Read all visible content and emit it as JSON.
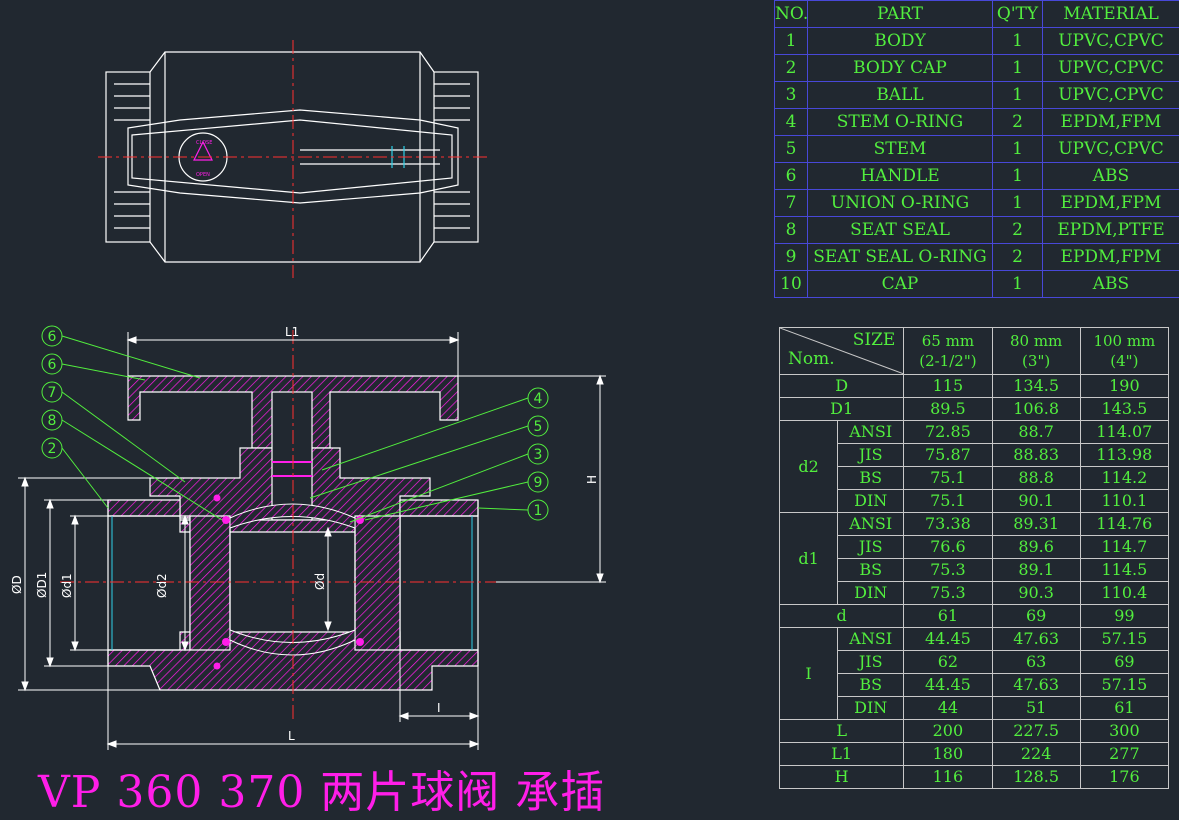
{
  "title": "VP 360 370 两片球阀 承插",
  "parts_table": {
    "headers": [
      "NO.",
      "PART",
      "Q'TY",
      "MATERIAL"
    ],
    "rows": [
      [
        "1",
        "BODY",
        "1",
        "UPVC,CPVC"
      ],
      [
        "2",
        "BODY CAP",
        "1",
        "UPVC,CPVC"
      ],
      [
        "3",
        "BALL",
        "1",
        "UPVC,CPVC"
      ],
      [
        "4",
        "STEM O-RING",
        "2",
        "EPDM,FPM"
      ],
      [
        "5",
        "STEM",
        "1",
        "UPVC,CPVC"
      ],
      [
        "6",
        "HANDLE",
        "1",
        "ABS"
      ],
      [
        "7",
        "UNION O-RING",
        "1",
        "EPDM,FPM"
      ],
      [
        "8",
        "SEAT SEAL",
        "2",
        "EPDM,PTFE"
      ],
      [
        "9",
        "SEAT SEAL O-RING",
        "2",
        "EPDM,FPM"
      ],
      [
        "10",
        "CAP",
        "1",
        "ABS"
      ]
    ]
  },
  "size_table": {
    "corner_size": "SIZE",
    "corner_nom": "Nom.",
    "sizes": [
      {
        "mm": "65 mm",
        "inch": "(2-1/2\")"
      },
      {
        "mm": "80 mm",
        "inch": "(3\")"
      },
      {
        "mm": "100 mm",
        "inch": "(4\")"
      }
    ],
    "rows": [
      {
        "label": "D",
        "values": [
          "115",
          "134.5",
          "190"
        ]
      },
      {
        "label": "D1",
        "values": [
          "89.5",
          "106.8",
          "143.5"
        ]
      },
      {
        "label": "d2",
        "sub": [
          {
            "std": "ANSI",
            "values": [
              "72.85",
              "88.7",
              "114.07"
            ]
          },
          {
            "std": "JIS",
            "values": [
              "75.87",
              "88.83",
              "113.98"
            ]
          },
          {
            "std": "BS",
            "values": [
              "75.1",
              "88.8",
              "114.2"
            ]
          },
          {
            "std": "DIN",
            "values": [
              "75.1",
              "90.1",
              "110.1"
            ]
          }
        ]
      },
      {
        "label": "d1",
        "sub": [
          {
            "std": "ANSI",
            "values": [
              "73.38",
              "89.31",
              "114.76"
            ]
          },
          {
            "std": "JIS",
            "values": [
              "76.6",
              "89.6",
              "114.7"
            ]
          },
          {
            "std": "BS",
            "values": [
              "75.3",
              "89.1",
              "114.5"
            ]
          },
          {
            "std": "DIN",
            "values": [
              "75.3",
              "90.3",
              "110.4"
            ]
          }
        ]
      },
      {
        "label": "d",
        "values": [
          "61",
          "69",
          "99"
        ]
      },
      {
        "label": "I",
        "sub": [
          {
            "std": "ANSI",
            "values": [
              "44.45",
              "47.63",
              "57.15"
            ]
          },
          {
            "std": "JIS",
            "values": [
              "62",
              "63",
              "69"
            ]
          },
          {
            "std": "BS",
            "values": [
              "44.45",
              "47.63",
              "57.15"
            ]
          },
          {
            "std": "DIN",
            "values": [
              "44",
              "51",
              "61"
            ]
          }
        ]
      },
      {
        "label": "L",
        "values": [
          "200",
          "227.5",
          "300"
        ]
      },
      {
        "label": "L1",
        "values": [
          "180",
          "224",
          "277"
        ]
      },
      {
        "label": "H",
        "values": [
          "116",
          "128.5",
          "176"
        ]
      }
    ]
  },
  "drawing": {
    "balloons": [
      "6",
      "6",
      "7",
      "8",
      "2",
      "4",
      "5",
      "3",
      "9",
      "1"
    ],
    "dimensions": {
      "L1": "L1",
      "L": "L",
      "H": "H",
      "I": "I",
      "D": "ØD",
      "D1": "ØD1",
      "d1": "Ød1",
      "d2": "Ød2",
      "d": "Ød"
    },
    "handle_marks": {
      "close": "CLOSE",
      "open": "OPEN"
    }
  },
  "colors": {
    "background": "#212830",
    "line": "#ffffff",
    "green": "#52ee3e",
    "magenta": "#ff1ee8",
    "red": "#ff3030",
    "blue": "#4848d8",
    "cyan": "#2ed0e8"
  }
}
